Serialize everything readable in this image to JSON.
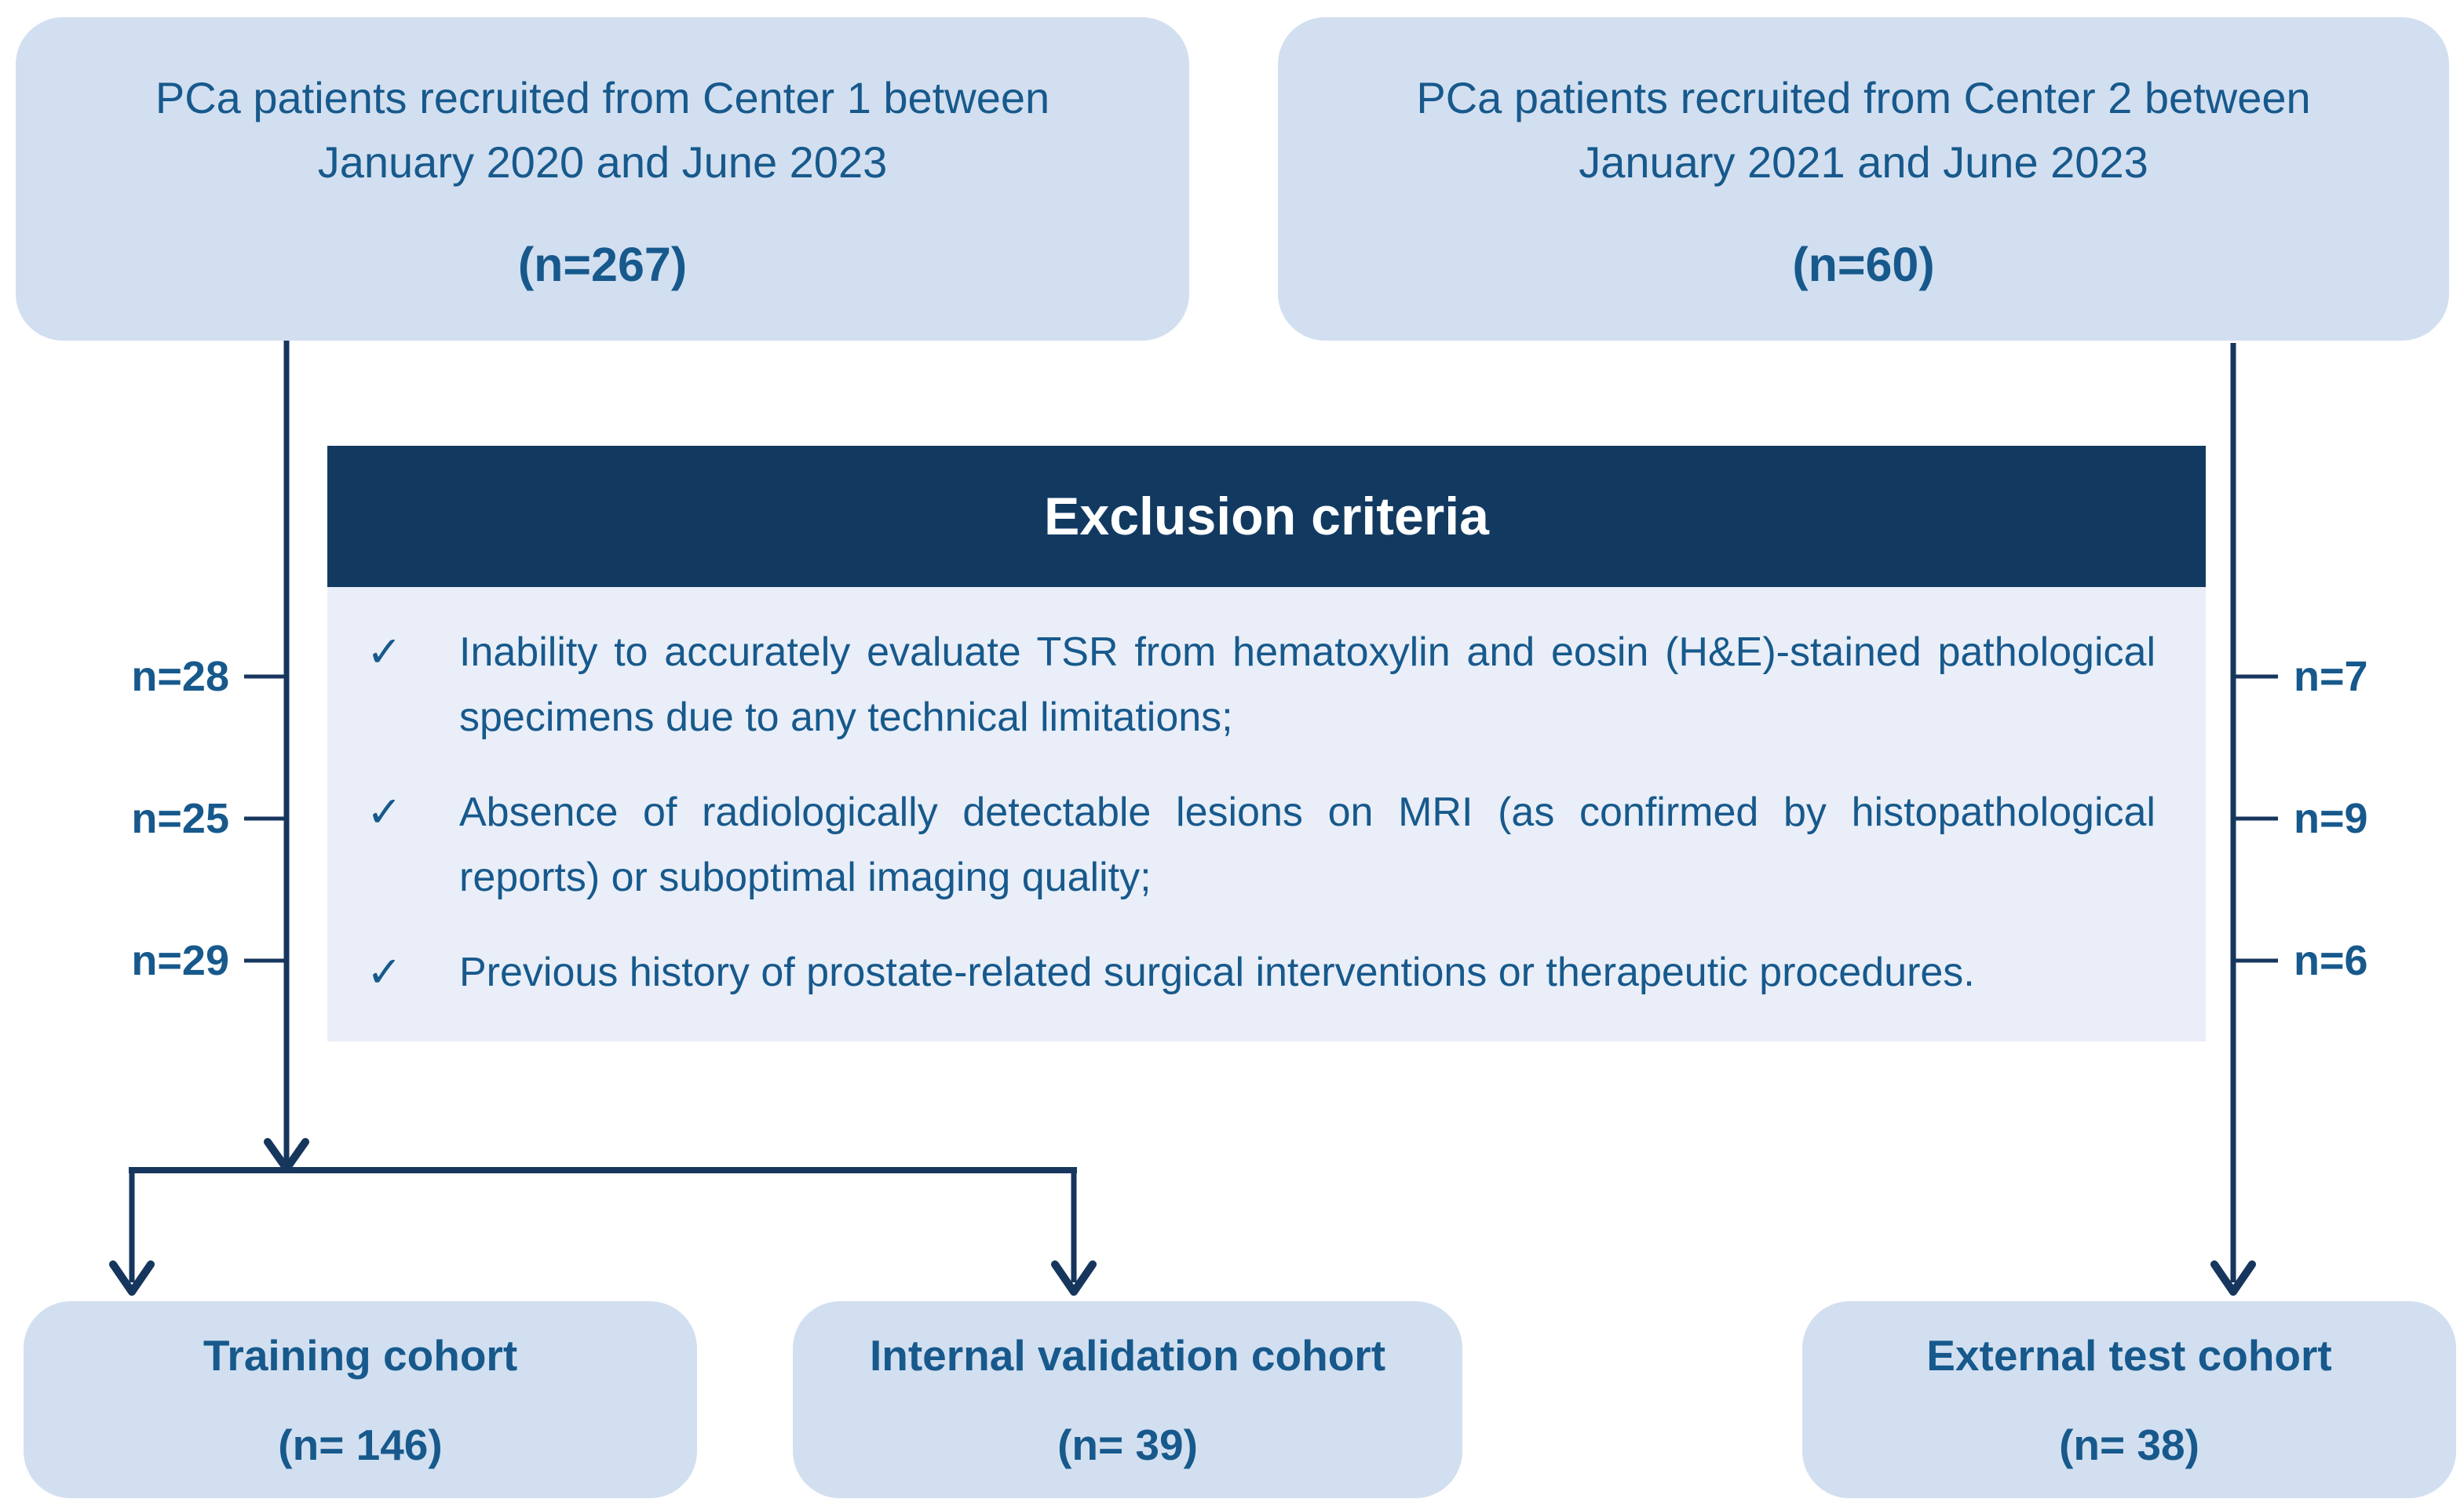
{
  "top_left_box": {
    "line1": "PCa patients recruited from Center 1 between",
    "line2": "January 2020 and June 2023",
    "n": "(n=267)"
  },
  "top_right_box": {
    "line1": "PCa patients recruited from Center 2 between",
    "line2": "January 2021 and June 2023",
    "n": "(n=60)"
  },
  "exclusion": {
    "title": "Exclusion criteria",
    "checkmark": "✓",
    "items": [
      "Inability to accurately evaluate TSR from hematoxylin and eosin (H&E)-stained pathological specimens due to any technical limitations;",
      "Absence of radiologically detectable lesions on MRI (as confirmed by histopathological reports) or suboptimal imaging quality;",
      "Previous history of prostate-related surgical interventions or therapeutic procedures."
    ]
  },
  "left_branch_counts": [
    "n=28",
    "n=25",
    "n=29"
  ],
  "right_branch_counts": [
    "n=7",
    "n=9",
    "n=6"
  ],
  "bottom_boxes": [
    {
      "label": "Training cohort",
      "n": "(n= 146)"
    },
    {
      "label": "Internal validation cohort",
      "n": "(n= 39)"
    },
    {
      "label": "External test cohort",
      "n": "(n= 38)"
    }
  ],
  "colors": {
    "box_fill": "#d2dff0",
    "panel_fill": "#e9eef8",
    "header_navy": "#123a61",
    "line_navy": "#17365d",
    "text_blue": "#17598c"
  }
}
